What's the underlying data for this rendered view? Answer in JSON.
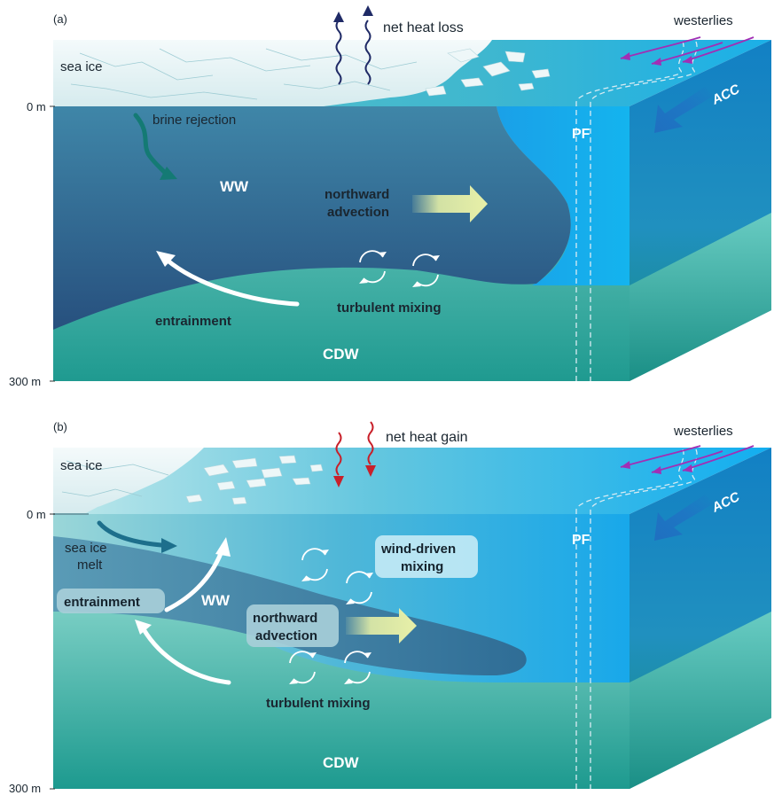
{
  "panel_a": {
    "tag": "(a)",
    "depth_top": "0 m",
    "depth_bottom": "300 m",
    "sea_ice": "sea ice",
    "heat_flux": "net heat loss",
    "westerlies": "westerlies",
    "acc": "ACC",
    "pf": "PF",
    "brine": "brine rejection",
    "ww": "WW",
    "advection_1": "northward",
    "advection_2": "advection",
    "entrainment": "entrainment",
    "turbulent": "turbulent mixing",
    "cdw": "CDW"
  },
  "panel_b": {
    "tag": "(b)",
    "depth_top": "0 m",
    "depth_bottom": "300 m",
    "sea_ice": "sea ice",
    "heat_flux": "net heat gain",
    "westerlies": "westerlies",
    "acc": "ACC",
    "pf": "PF",
    "melt_1": "sea ice",
    "melt_2": "melt",
    "wind_1": "wind-driven",
    "wind_2": "mixing",
    "entrainment": "entrainment",
    "ww": "WW",
    "advection_1": "northward",
    "advection_2": "advection",
    "turbulent": "turbulent mixing",
    "cdw": "CDW"
  },
  "colors": {
    "cdw": "#2aa89c",
    "ww_a": "#2d5d8c",
    "ww_b": "#3f7fa3",
    "front": "#1ba3e6",
    "ice": "#e8f4f6",
    "loss_arrow": "#1f2a66",
    "gain_arrow": "#c8202a",
    "wind": "#a12fb5",
    "advection_arrow": "#e4eea6"
  }
}
